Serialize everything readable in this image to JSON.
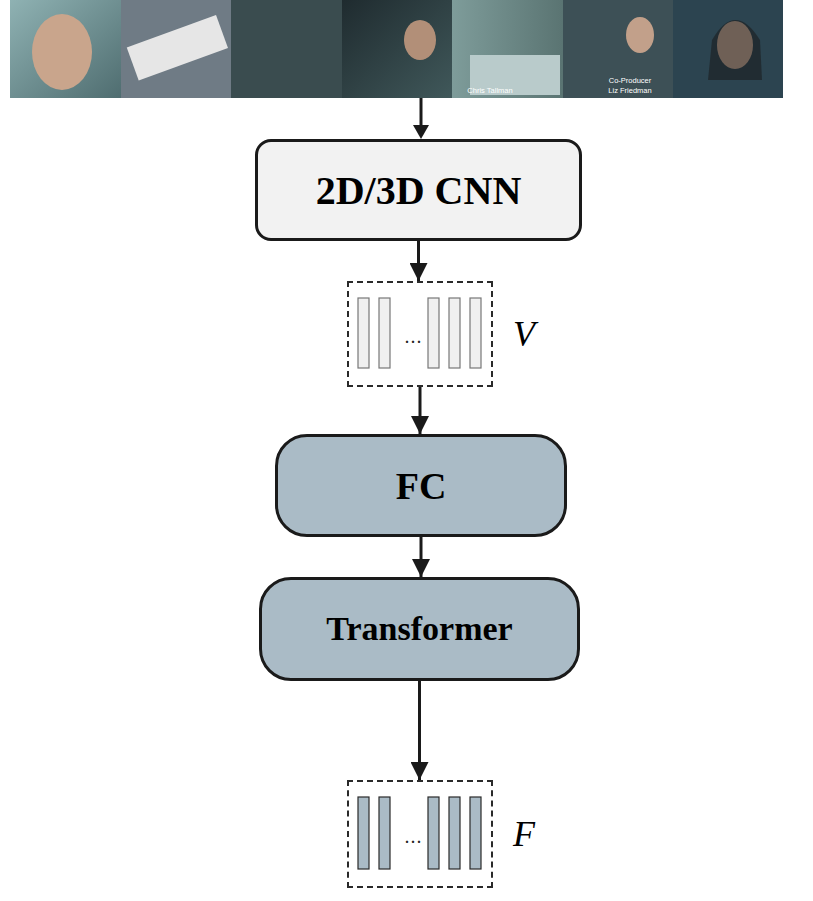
{
  "diagram": {
    "nodes": [
      {
        "text": [
          "2D/3D CNN"
        ]
      },
      {
        "text": [
          "…",
          "V"
        ]
      },
      {
        "text": [
          "FC"
        ]
      },
      {
        "text": [
          "Transformer"
        ]
      },
      {
        "text": [
          "…",
          "F"
        ]
      }
    ],
    "edges": [
      {
        "from": 0,
        "to": 1,
        "arrow": "to"
      },
      {
        "from": 1,
        "to": 2,
        "arrow": "to"
      },
      {
        "from": 2,
        "to": 3,
        "arrow": "to"
      },
      {
        "from": 3,
        "to": 4,
        "arrow": "to"
      }
    ],
    "labels": [
      "Chris Tallman",
      "Co-Producer",
      "Liz Friedman"
    ]
  }
}
